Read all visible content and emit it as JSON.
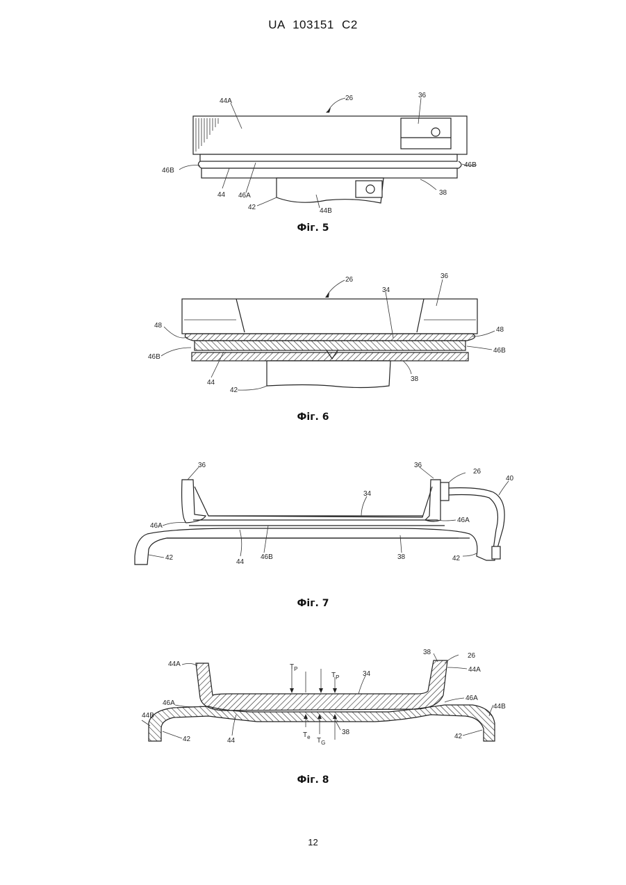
{
  "header": {
    "doc_id": "UA   103151   C2"
  },
  "page_number": "12",
  "figures": [
    {
      "caption": "Фіг. 5",
      "labels": {
        "l26": "26",
        "l36": "36",
        "l44A": "44A",
        "l46B_left": "46B",
        "l46B_right": "46B",
        "l44": "44",
        "l46A": "46A",
        "l42": "42",
        "l44B": "44B",
        "l38": "38"
      }
    },
    {
      "caption": "Фіг. 6",
      "labels": {
        "l26": "26",
        "l34": "34",
        "l36": "36",
        "l48_left": "48",
        "l48_right": "48",
        "l46B_left": "46B",
        "l46B_right": "46B",
        "l44": "44",
        "l42": "42",
        "l38": "38"
      }
    },
    {
      "caption": "Фіг. 7",
      "labels": {
        "l36_left": "36",
        "l36_right": "36",
        "l26": "26",
        "l40": "40",
        "l34": "34",
        "l46A_left": "46A",
        "l46A_right": "46A",
        "l42_left": "42",
        "l44": "44",
        "l46B": "46B",
        "l38": "38",
        "l42_right": "42"
      }
    },
    {
      "caption": "Фіг. 8",
      "labels": {
        "l44A_left": "44A",
        "l38_right": "38",
        "l26": "26",
        "l44A_right": "44A",
        "lTp_left": "T",
        "lTp_left_sub": "P",
        "lTp_right": "T",
        "lTp_right_sub": "P",
        "l34": "34",
        "l46A_left": "46A",
        "l46A_right": "46A",
        "l44B_left": "44B",
        "l44B_right": "44B",
        "l42_left": "42",
        "l42_right": "42",
        "l44": "44",
        "lTe": "T",
        "lTe_sub": "e",
        "lTg": "T",
        "lTg_sub": "G",
        "l38": "38"
      }
    }
  ]
}
